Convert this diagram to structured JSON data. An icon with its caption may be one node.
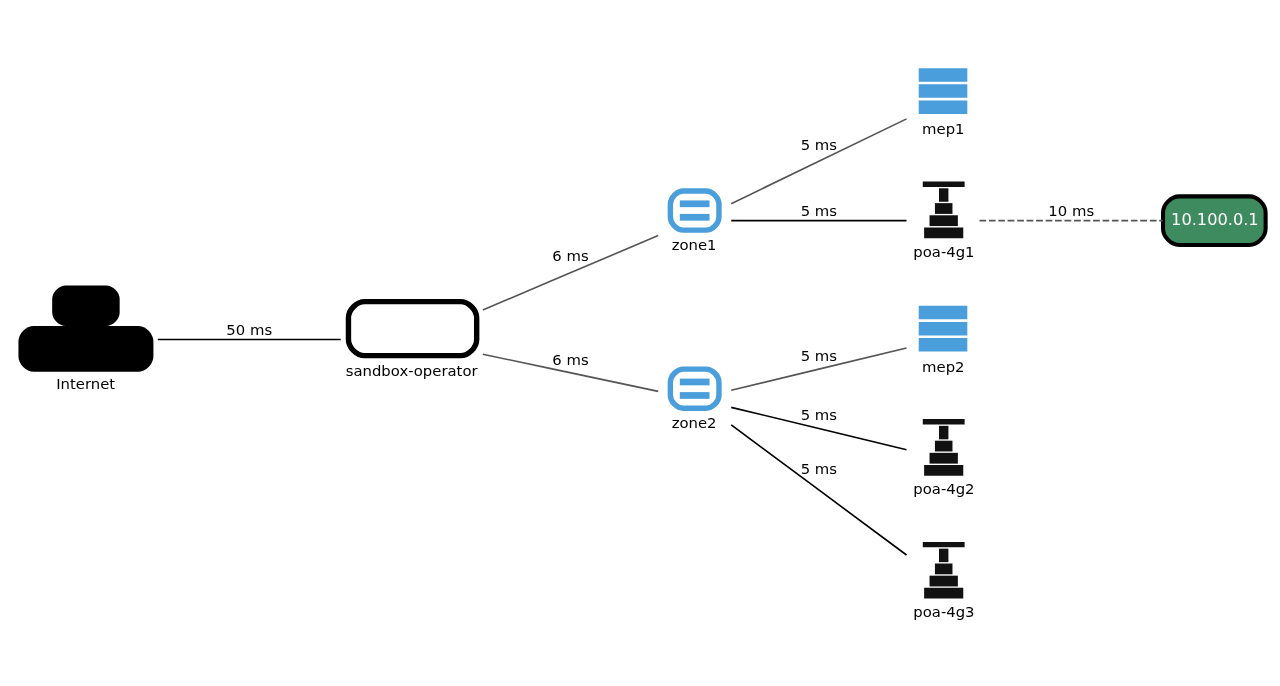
{
  "diagram": {
    "nodes": [
      {
        "text": [
          "Internet"
        ]
      },
      {
        "text": [
          "sandbox-operator"
        ]
      },
      {
        "text": [
          "zone1"
        ]
      },
      {
        "text": [
          "zone2"
        ]
      },
      {
        "text": [
          "mep1"
        ]
      },
      {
        "text": [
          "poa-4g1"
        ]
      },
      {
        "text": [
          "mep2"
        ]
      },
      {
        "text": [
          "poa-4g2"
        ]
      },
      {
        "text": [
          "poa-4g3"
        ]
      },
      {
        "text": [
          "10.100.0.1"
        ]
      }
    ],
    "edges": [
      {
        "from": 0,
        "to": 1,
        "arrow": "none",
        "label": "50 ms",
        "color": "#000000"
      },
      {
        "from": 1,
        "to": 2,
        "arrow": "none",
        "label": "6 ms"
      },
      {
        "from": 1,
        "to": 3,
        "arrow": "none",
        "label": "6 ms"
      },
      {
        "from": 2,
        "to": 4,
        "arrow": "none",
        "label": "5 ms"
      },
      {
        "from": 2,
        "to": 5,
        "arrow": "none",
        "label": "5 ms",
        "color": "#000000"
      },
      {
        "from": 5,
        "to": 9,
        "arrow": "none",
        "label": "10 ms",
        "style": "dashed"
      },
      {
        "from": 3,
        "to": 6,
        "arrow": "none",
        "label": "5 ms"
      },
      {
        "from": 3,
        "to": 7,
        "arrow": "none",
        "label": "5 ms",
        "color": "#000000"
      },
      {
        "from": 3,
        "to": 8,
        "arrow": "none",
        "label": "5 ms",
        "color": "#000000"
      }
    ]
  }
}
